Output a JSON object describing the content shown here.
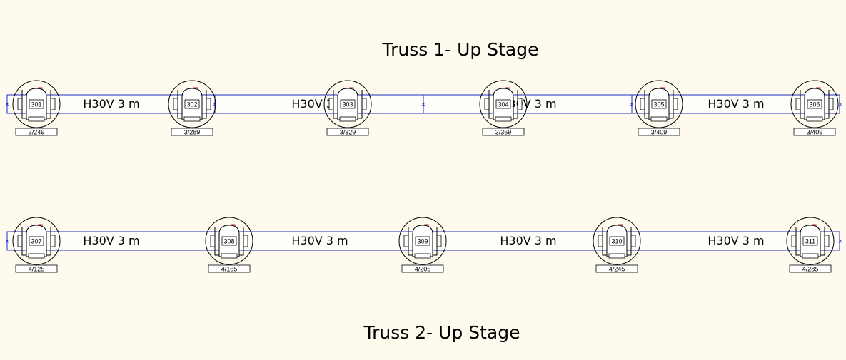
{
  "titles": {
    "truss1": "Truss 1- Up Stage",
    "truss2": "Truss 2- Up Stage"
  },
  "colors": {
    "background": "#fefaee",
    "truss_line": "#1f2fbf",
    "fixture_stroke": "#000000",
    "fixture_accent": "#d42020"
  },
  "truss1": {
    "segment_labels": [
      "H30V 3 m",
      "H30V 3 m",
      "H30V 3 m",
      "H30V 3 m"
    ],
    "fixtures": [
      {
        "id": "301",
        "address": "3/249"
      },
      {
        "id": "302",
        "address": "3/289"
      },
      {
        "id": "303",
        "address": "3/329"
      },
      {
        "id": "304",
        "address": "3/369"
      },
      {
        "id": "305",
        "address": "3/409"
      },
      {
        "id": "306",
        "address": "3/409"
      }
    ]
  },
  "truss2": {
    "segment_labels": [
      "H30V 3 m",
      "H30V 3 m",
      "H30V 3 m",
      "H30V 3 m"
    ],
    "fixtures": [
      {
        "id": "307",
        "address": "4/125"
      },
      {
        "id": "308",
        "address": "4/165"
      },
      {
        "id": "309",
        "address": "4/205"
      },
      {
        "id": "310",
        "address": "4/245"
      },
      {
        "id": "311",
        "address": "4/285"
      }
    ]
  }
}
